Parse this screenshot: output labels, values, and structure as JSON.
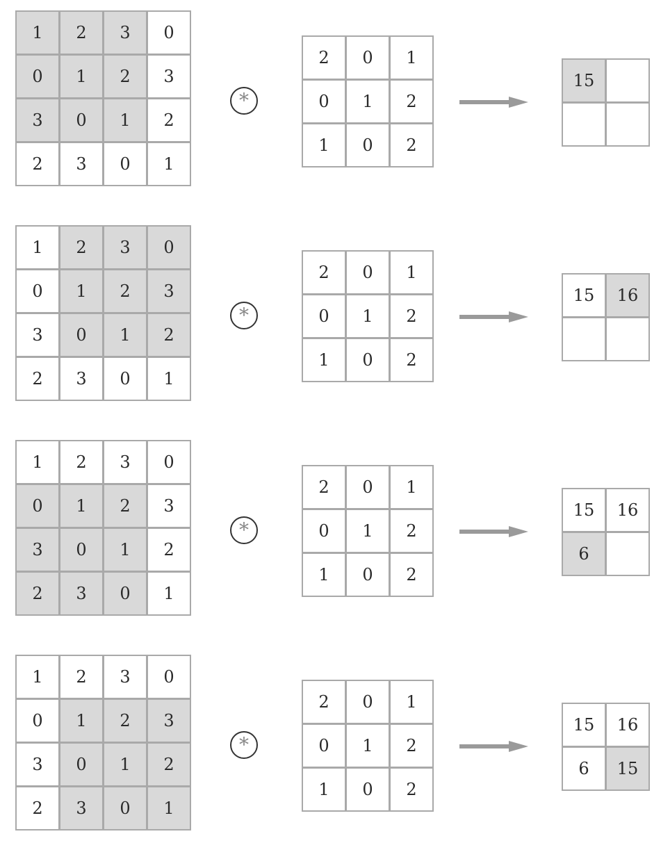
{
  "input": [
    [
      1,
      2,
      3,
      0
    ],
    [
      0,
      1,
      2,
      3
    ],
    [
      3,
      0,
      1,
      2
    ],
    [
      2,
      3,
      0,
      1
    ]
  ],
  "kernel": [
    [
      2,
      0,
      1
    ],
    [
      0,
      1,
      2
    ],
    [
      1,
      0,
      2
    ]
  ],
  "operator_symbol": "*",
  "output": [
    [
      15,
      16
    ],
    [
      6,
      15
    ]
  ],
  "steps": [
    {
      "window_row": 0,
      "window_col": 0,
      "filled": 1
    },
    {
      "window_row": 0,
      "window_col": 1,
      "filled": 2
    },
    {
      "window_row": 1,
      "window_col": 0,
      "filled": 3
    },
    {
      "window_row": 1,
      "window_col": 1,
      "filled": 4
    }
  ],
  "colors": {
    "highlight": "#d9d9d9",
    "border": "#a9a9a9",
    "arrow": "#9a9a9a"
  }
}
